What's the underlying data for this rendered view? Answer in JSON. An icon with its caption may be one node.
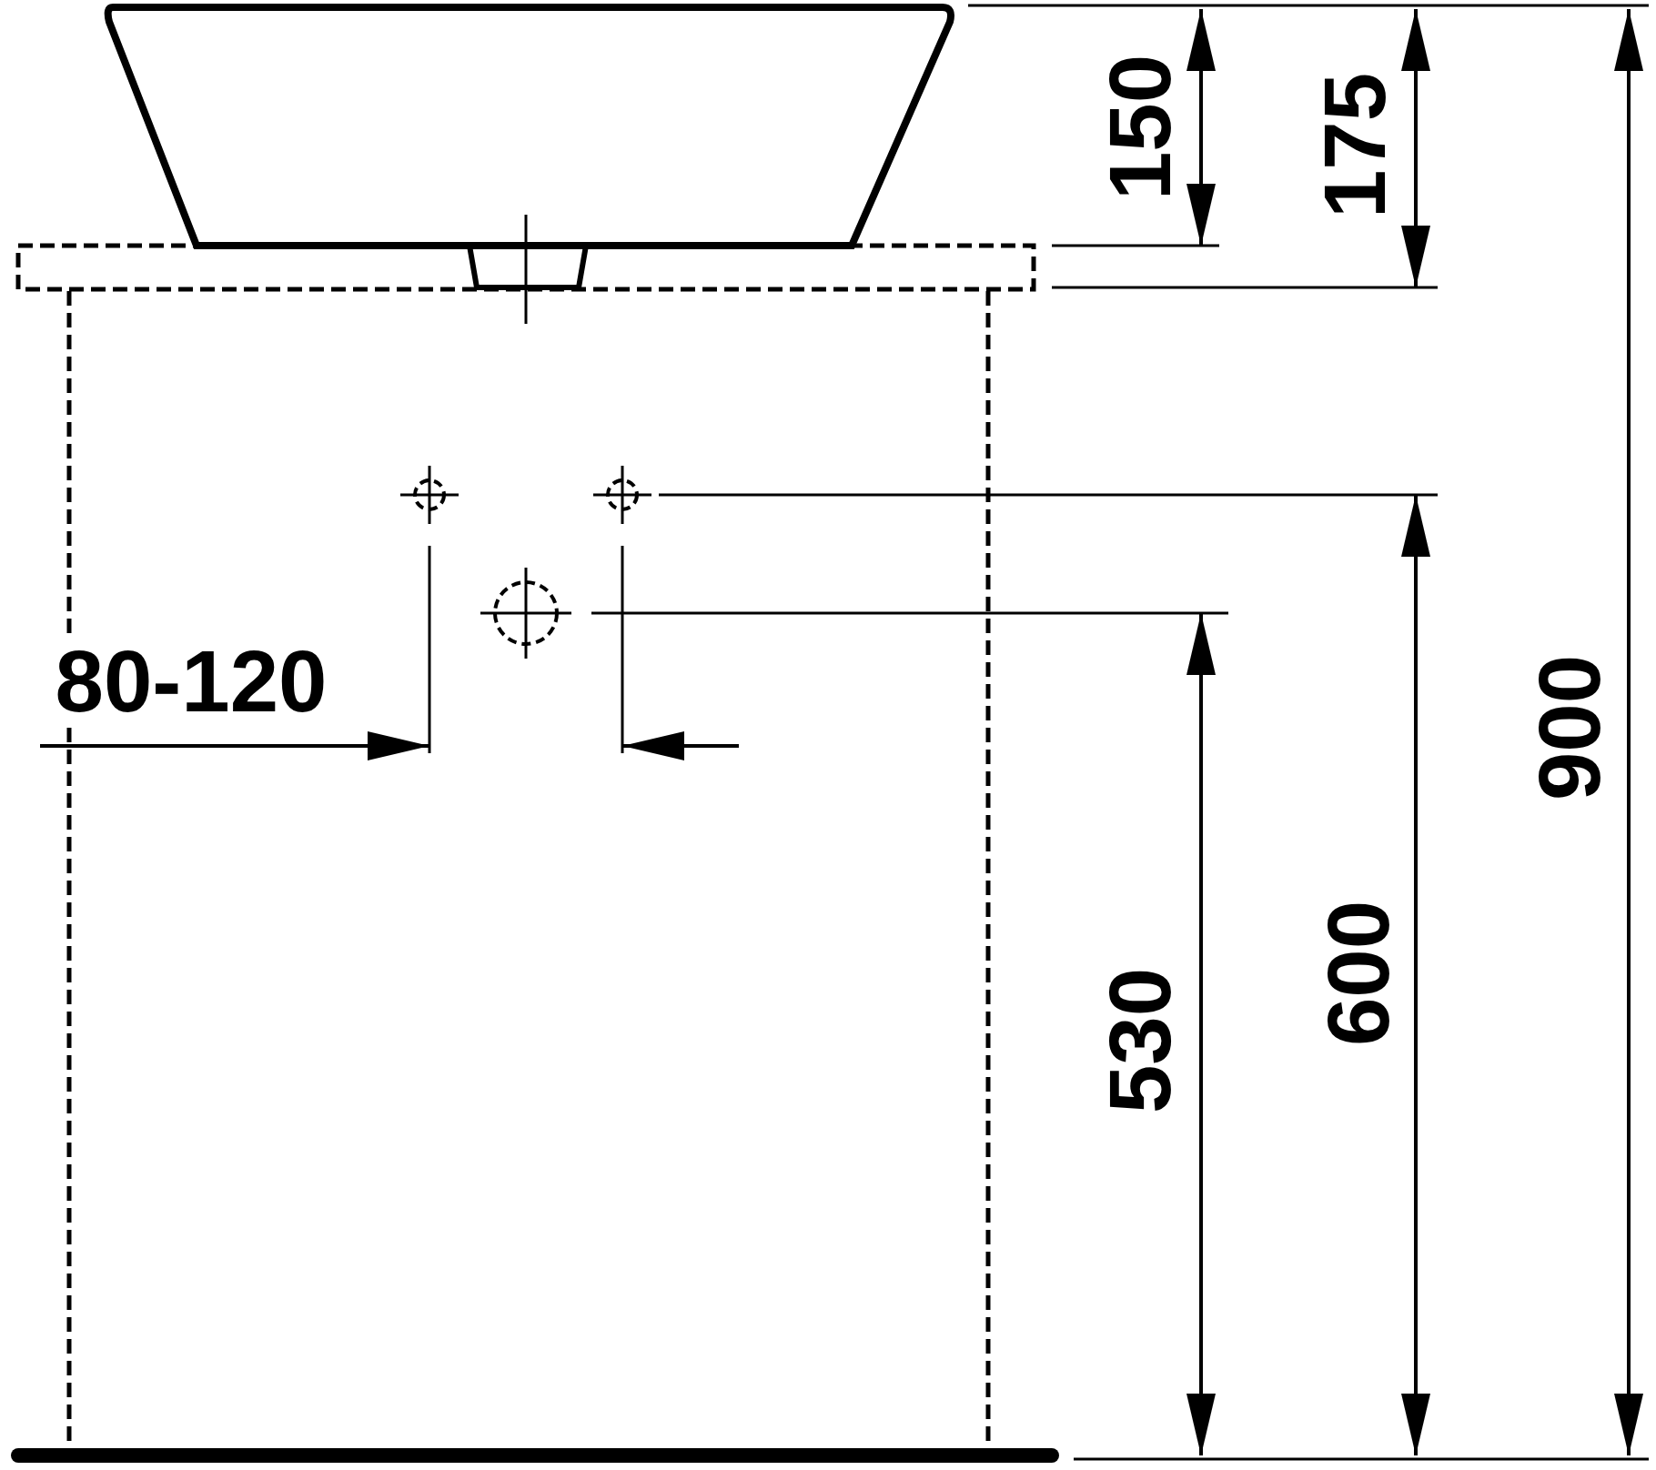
{
  "diagram": {
    "labels": [
      "150",
      "175",
      "80-120",
      "900",
      "600",
      "530"
    ]
  }
}
